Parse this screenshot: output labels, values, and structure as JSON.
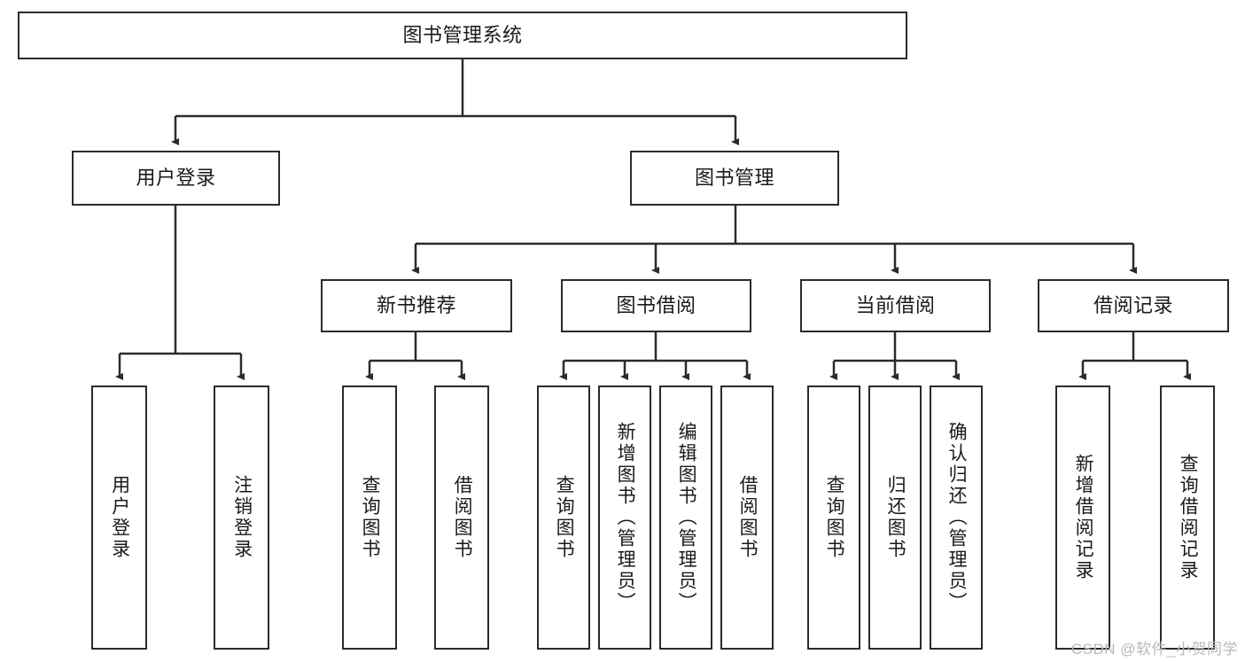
{
  "diagram": {
    "title": "图书管理系统",
    "type": "tree-hierarchy",
    "watermark": "CSDN @软件_小贺同学",
    "colors": {
      "background": "#ffffff",
      "box_border": "#2b2b2b",
      "box_fill": "#ffffff",
      "edge": "#2b2b2b",
      "text": "#1a1a1a",
      "watermark_text": "#b9b9b9"
    },
    "root": {
      "label": "图书管理系统"
    },
    "level2": [
      {
        "label": "用户登录"
      },
      {
        "label": "图书管理"
      }
    ],
    "level3": [
      {
        "label": "新书推荐"
      },
      {
        "label": "图书借阅"
      },
      {
        "label": "当前借阅"
      },
      {
        "label": "借阅记录"
      }
    ],
    "leaves": {
      "user_login": [
        {
          "label": "用户登录"
        },
        {
          "label": "注销登录"
        }
      ],
      "new_book_recommend": [
        {
          "label": "查询图书"
        },
        {
          "label": "借阅图书"
        }
      ],
      "book_borrow": [
        {
          "label": "查询图书"
        },
        {
          "label": "新增图书（管理员）"
        },
        {
          "label": "编辑图书（管理员）"
        },
        {
          "label": "借阅图书"
        }
      ],
      "current_borrow": [
        {
          "label": "查询图书"
        },
        {
          "label": "归还图书"
        },
        {
          "label": "确认归还（管理员）"
        }
      ],
      "borrow_records": [
        {
          "label": "新增借阅记录"
        },
        {
          "label": "查询借阅记录"
        }
      ]
    }
  }
}
